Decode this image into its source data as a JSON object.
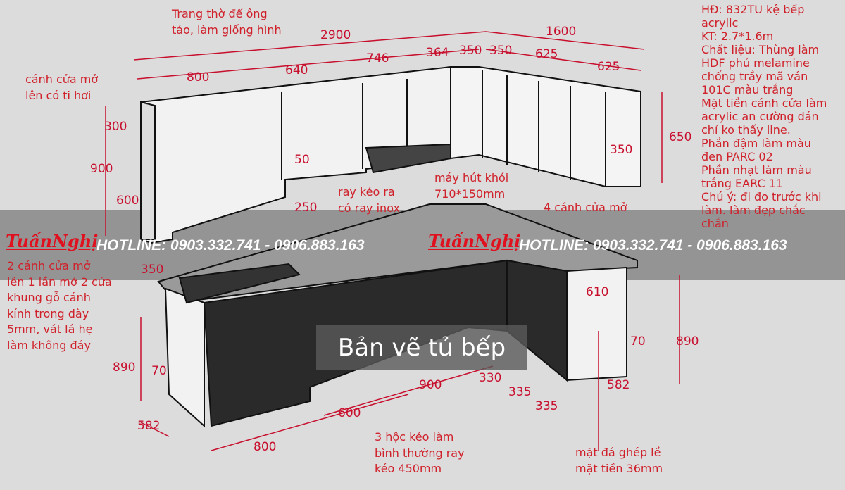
{
  "title": "Bản vẽ tủ bếp",
  "watermark": {
    "brand": "TuấnNghị",
    "hotline": "HOTLINE: 0903.332.741 - 0906.883.163"
  },
  "colors": {
    "annotation": "#c8102e",
    "dark_panel": "#2a2a2a",
    "light_panel": "#f2f2f2",
    "background": "#dcdcdc"
  },
  "notes": {
    "altar": "Trang thờ để ông\ntáo, làm giống hình",
    "lift_door": "cánh cửa mở\nlên có ti hơi",
    "glass_door": "2 cánh cửa mở\nlên 1 lần mở 2 cửa\nkhung gỗ cánh\nkính trong dày\n5mm, vát lá hẹ\nlàm không đáy",
    "rail": "ray kéo ra\ncó ray inox",
    "hood": "máy hút khói\n710*150mm",
    "four_doors": "4 cánh cửa mở",
    "drawers": "3 hộc kéo làm\nbình thường ray\nkéo 450mm",
    "stone": "mặt đá ghép lề\nmặt tiền 36mm",
    "spec": "HĐ: 832TU kệ bếp\nacrylic\nKT: 2.7*1.6m\nChất liệu: Thùng làm\nHDF phủ melamine\nchống trầy mã ván\n101C màu trắng\nMặt tiền cánh cửa làm\nacrylic an cường dán\nchỉ ko thấy line.\nPhần đậm làm màu\nđen PARC 02\nPhần nhạt làm màu\ntrắng EARC 11\nChú ý: đi đo trước khi\nlàm. làm đẹp chắc\nchắn"
  },
  "dimensions": [
    "2900",
    "1600",
    "800",
    "640",
    "746",
    "364",
    "350",
    "350",
    "625",
    "625",
    "300",
    "900",
    "600",
    "650",
    "350",
    "50",
    "250",
    "350",
    "890",
    "70",
    "582",
    "800",
    "600",
    "900",
    "330",
    "335",
    "335",
    "610",
    "890",
    "70",
    "582"
  ]
}
